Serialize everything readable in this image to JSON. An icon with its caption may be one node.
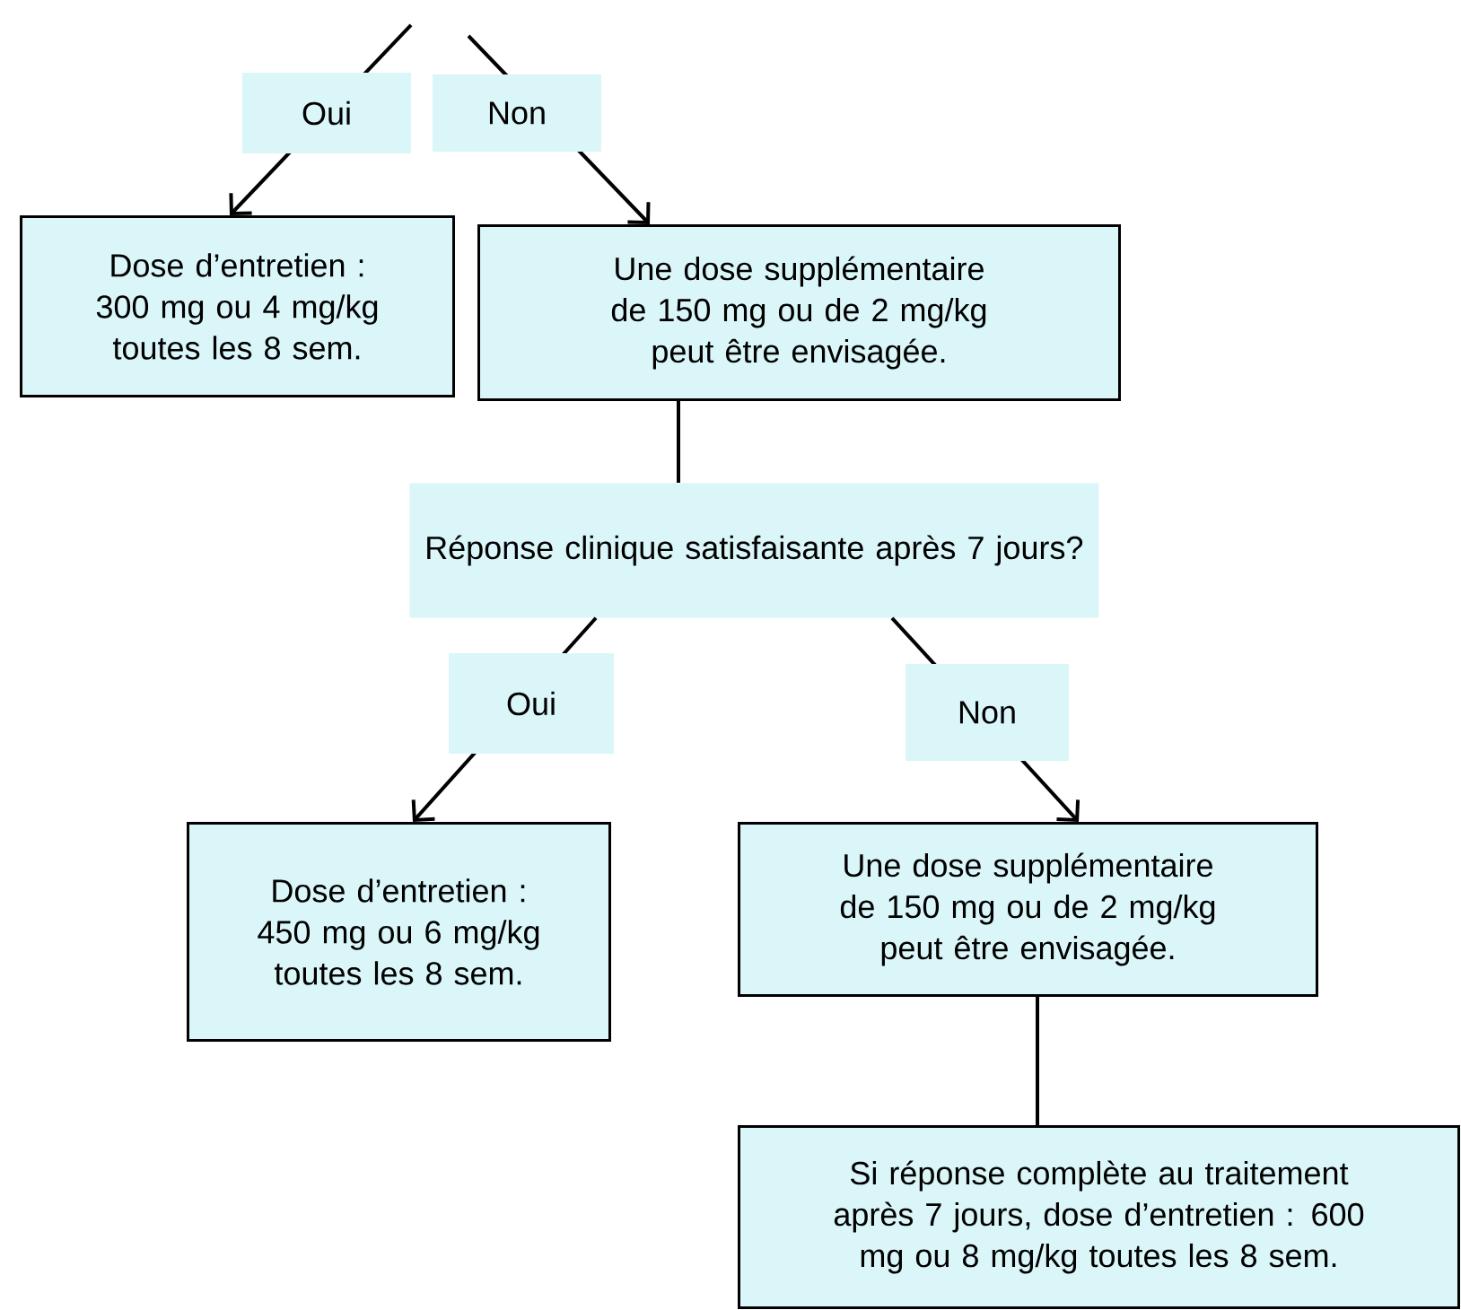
{
  "diagram": {
    "nodes": [
      {
        "text": [
          "Dose d’entretien : 300 mg ou 4 mg/kg toutes les 8 sem."
        ]
      },
      {
        "text": [
          "Une dose supplémentaire de 150 mg ou de 2 mg/kg peut être envisagée."
        ]
      },
      {
        "text": [
          "Réponse clinique satisfaisante après 7 jours?"
        ]
      },
      {
        "text": [
          "Dose d’entretien : 450 mg ou 6 mg/kg toutes les 8 sem."
        ]
      },
      {
        "text": [
          "Une dose supplémentaire de 150 mg ou de 2 mg/kg peut être envisagée."
        ]
      },
      {
        "text": [
          "Si réponse complète au traitement après 7 jours, dose d’entretien : 600 mg ou 8 mg/kg toutes les 8 sem."
        ]
      }
    ],
    "edges": [
      {
        "from": null,
        "to": 0,
        "arrow": "to",
        "label": "Oui"
      },
      {
        "from": null,
        "to": 1,
        "arrow": "to",
        "label": "Non"
      },
      {
        "from": 1,
        "to": 2,
        "arrow": "none"
      },
      {
        "from": 2,
        "to": 3,
        "arrow": "to",
        "label": "Oui"
      },
      {
        "from": 2,
        "to": 4,
        "arrow": "to",
        "label": "Non"
      },
      {
        "from": 4,
        "to": 5,
        "arrow": "none"
      }
    ]
  }
}
